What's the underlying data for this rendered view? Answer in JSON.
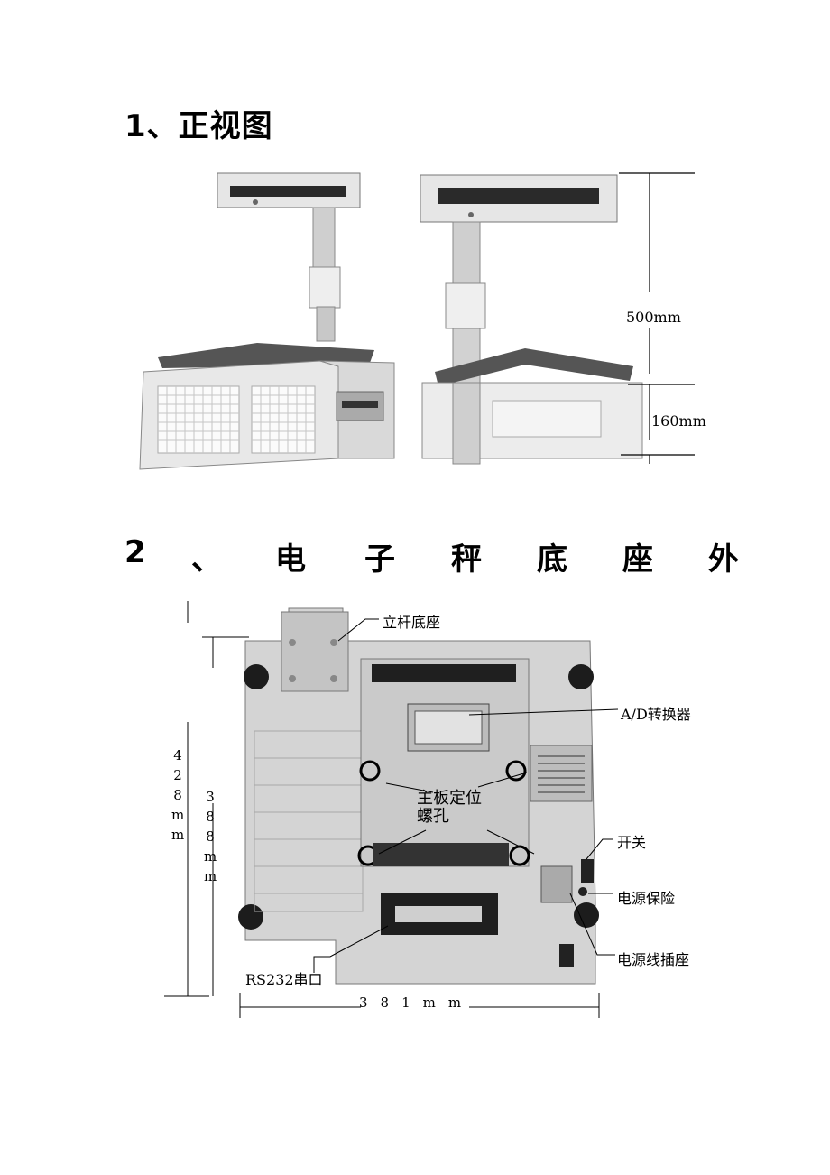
{
  "section1": {
    "title": "1、正视图"
  },
  "dims_front": {
    "height_total": "500mm",
    "height_base": "160mm"
  },
  "section2": {
    "chars": [
      "2",
      "、",
      "电",
      "子",
      "秤",
      "底",
      "座",
      "外"
    ]
  },
  "bottom_labels": {
    "pole_base": "立杆底座",
    "ad_converter": "A/D转换器",
    "mainboard_screw_1": "主板定位",
    "mainboard_screw_2": "螺孔",
    "switch": "开关",
    "fuse": "电源保险",
    "power_socket": "电源线插座",
    "rs232": "RS232串口"
  },
  "dims_bottom": {
    "height_outer": "428mm",
    "height_inner": "388mm",
    "width": "381mm"
  },
  "colors": {
    "scale_body": "#e8e8e8",
    "scale_shadow": "#bdbdbd",
    "display": "#2a2a2a",
    "base_plate": "#d4d4d4"
  }
}
